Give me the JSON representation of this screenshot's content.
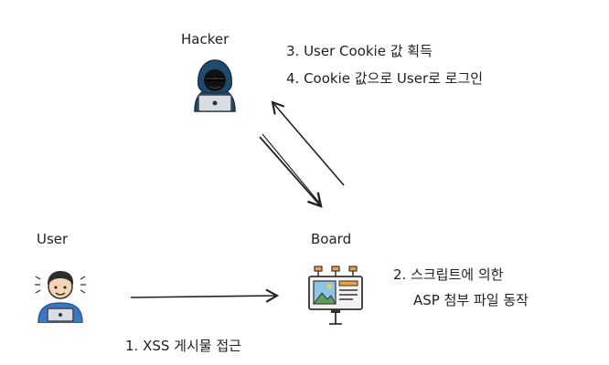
{
  "nodes": {
    "hacker": {
      "label": "Hacker"
    },
    "user": {
      "label": "User"
    },
    "board": {
      "label": "Board"
    }
  },
  "notes": {
    "hacker_1": "3. User Cookie 값 획득",
    "hacker_2": "4. Cookie 값으로 User로 로그인",
    "board_1": "2. 스크립트에 의한",
    "board_2": "ASP 첨부 파일 동작",
    "user_1": "1. XSS 게시물 접근"
  },
  "colors": {
    "hacker_hood": "#1f4a6e",
    "user_shirt": "#3a78c4",
    "board_accent": "#f2a33a",
    "ink": "#222222"
  }
}
